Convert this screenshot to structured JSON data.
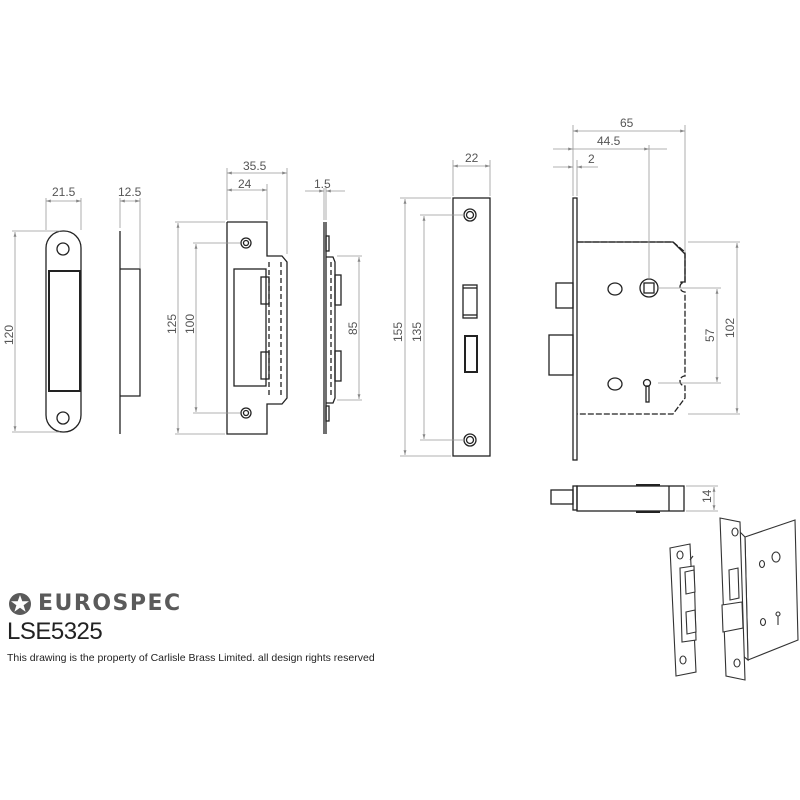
{
  "drawing": {
    "views": {
      "strike_front": {
        "width": "21.5",
        "height": "120"
      },
      "strike_side": {
        "depth": "12.5"
      },
      "keep_front": {
        "overall_width": "35.5",
        "plate_width": "24",
        "height": "125",
        "fixing_centres": "100"
      },
      "keep_side": {
        "thickness": "1.5",
        "box_height": "85"
      },
      "forend_front": {
        "width": "22",
        "height": "155",
        "fixing_centres": "135"
      },
      "lock_body": {
        "case_depth": "65",
        "backset": "44.5",
        "forend_thickness": "2",
        "centres": "57",
        "case_height": "102"
      },
      "bolt_plan": {
        "thickness": "14"
      }
    }
  },
  "branding": {
    "logo_icon": "star-in-circle",
    "brand_name": "EUROSPEC",
    "product_code": "LSE5325",
    "copyright": "This drawing is the property of Carlisle Brass Limited. all design rights reserved"
  },
  "colors": {
    "line": "#222222",
    "dimension": "#808080",
    "text": "#555555"
  }
}
